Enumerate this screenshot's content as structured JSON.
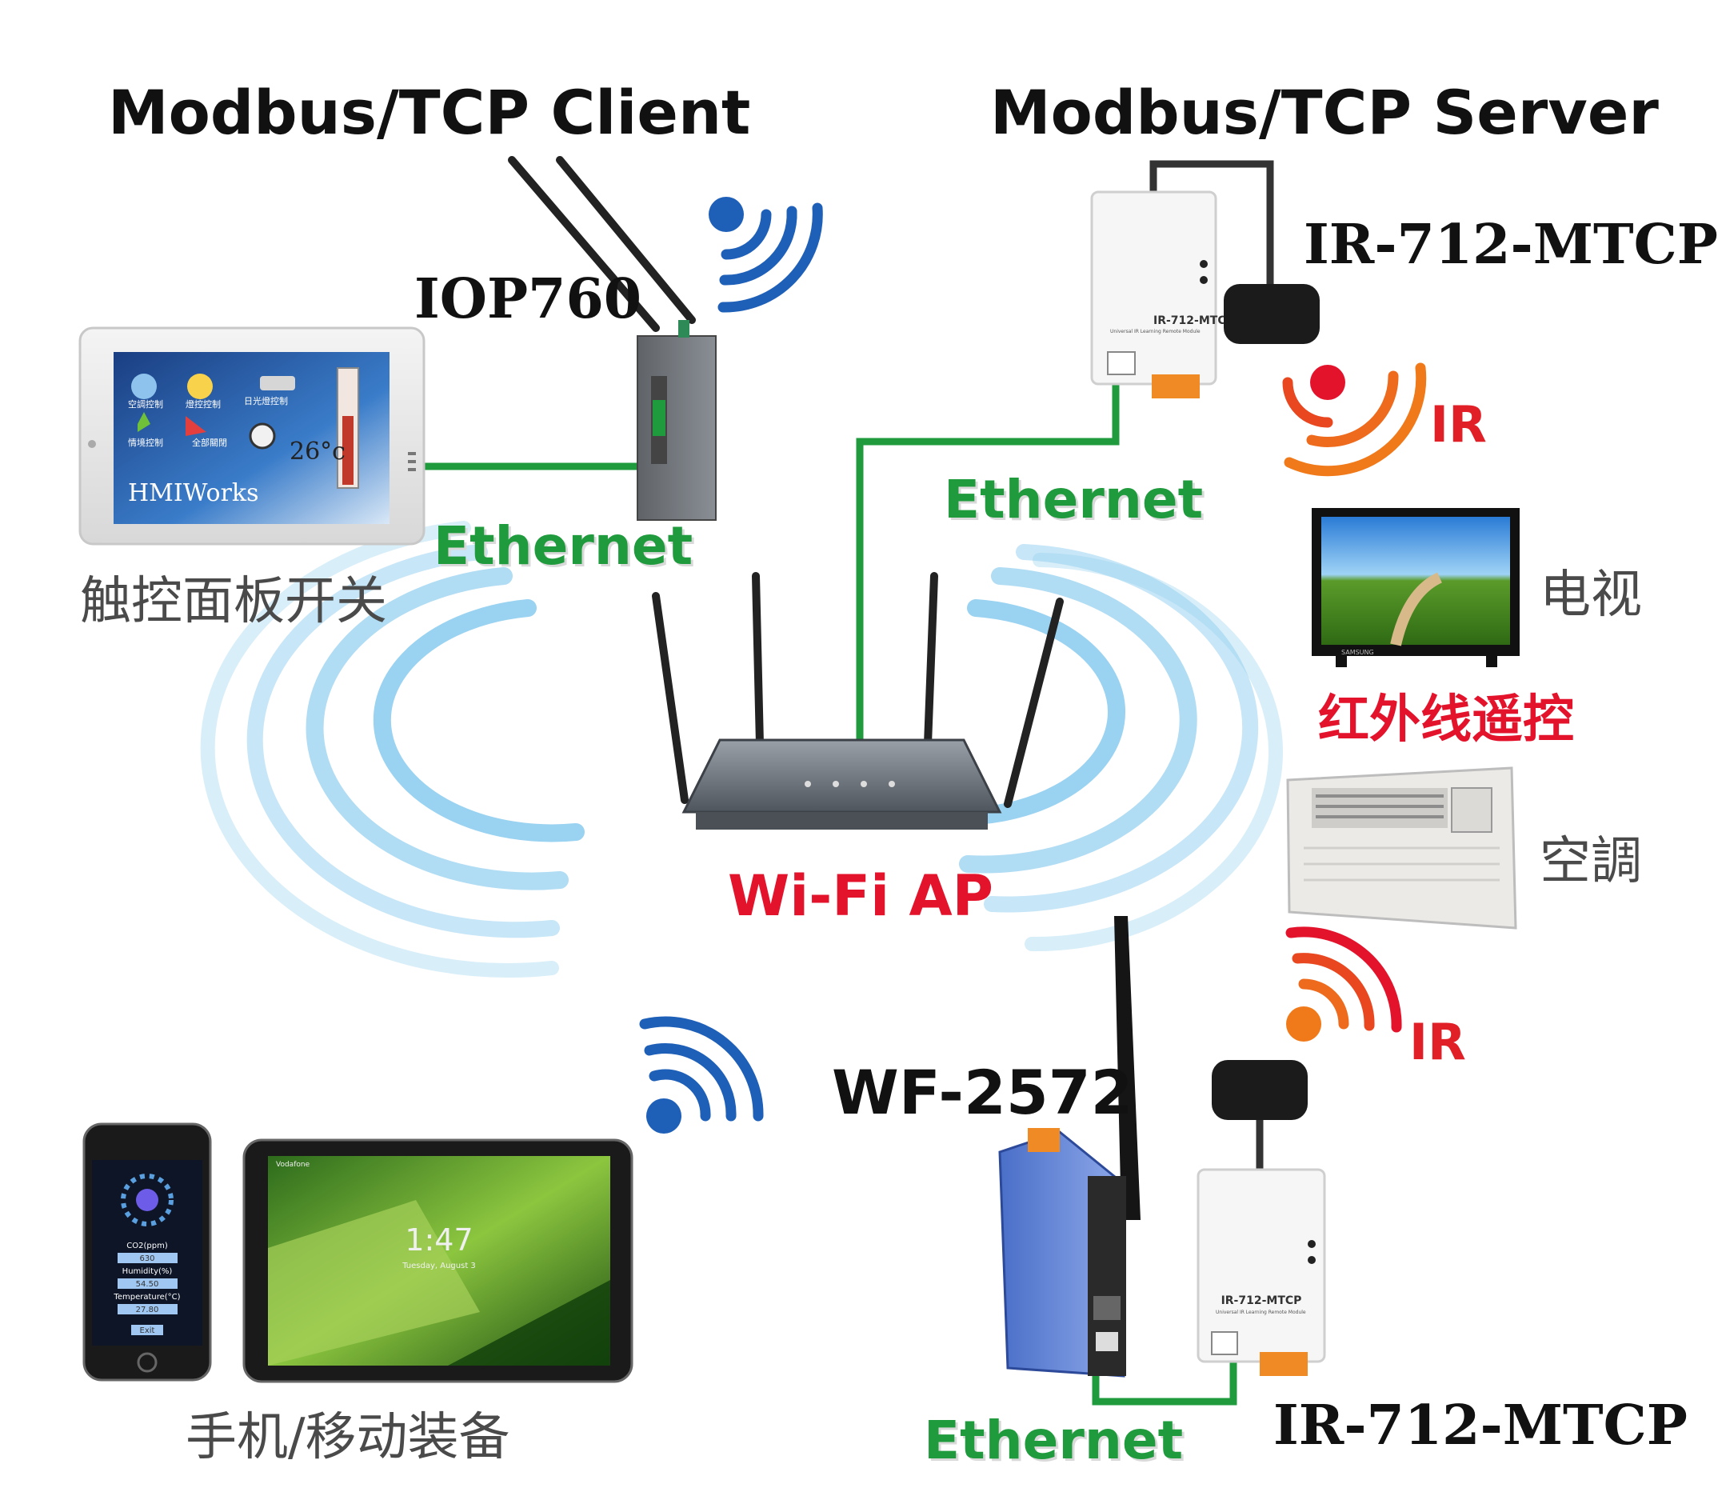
{
  "labels": {
    "client_title": "Modbus/TCP Client",
    "server_title": "Modbus/TCP Server",
    "iop760": "IOP760",
    "ir712_top": "IR-712-MTCP",
    "ir712_bottom": "IR-712-MTCP",
    "wf2572": "WF-2572",
    "wifi_ap": "Wi-Fi AP",
    "ethernet_1": "Ethernet",
    "ethernet_2": "Ethernet",
    "ethernet_3": "Ethernet",
    "ir_1": "IR",
    "ir_2": "IR",
    "touch_panel": "触控面板开关",
    "tv": "电视",
    "ir_remote": "红外线遥控",
    "aircon": "空調",
    "mobile": "手机/移动装备"
  },
  "hmi_screen": {
    "brand": "HMIWorks",
    "temperature": "26°c",
    "item_1": "空調控制",
    "item_2": "燈控控制",
    "item_3": "日光燈控制",
    "item_4": "情境控制",
    "item_5": "全部關閉"
  },
  "phone_screen": {
    "row_1_label": "CO2(ppm)",
    "row_1_value": "630",
    "row_2_label": "Humidity(%)",
    "row_2_value": "54.50",
    "row_3_label": "Temperature(°C)",
    "row_3_value": "27.80",
    "button": "Exit"
  },
  "tablet_screen": {
    "time": "1:47",
    "date": "Tuesday, August 3",
    "carrier": "Vodafone"
  },
  "device_text": {
    "module_name": "IR-712-MTCP",
    "module_sub": "Universal IR Learning Remote Module",
    "tv_brand": "SAMSUNG"
  },
  "colors": {
    "ethernet_line": "#1f9a3c",
    "wifi_blue": "#1e5fb8",
    "wifi_light": "#8fcdef",
    "ir_red": "#e3132c",
    "ir_orange": "#f07a1a"
  }
}
